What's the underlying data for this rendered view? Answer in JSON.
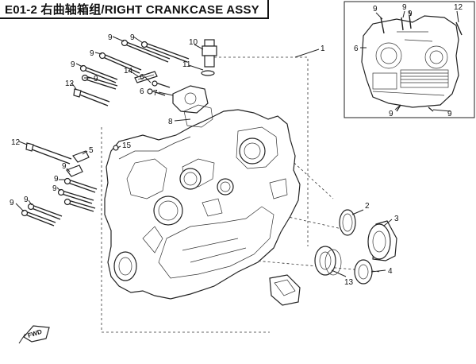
{
  "title": "E01-2 右曲轴箱组/RIGHT CRANKCASE ASSY",
  "fwd_label": "FWD",
  "callouts": {
    "c1": "1",
    "c2": "2",
    "c3": "3",
    "c4": "4",
    "c5": "5",
    "c6": "6",
    "c7": "7",
    "c8": "8",
    "c9": "9",
    "c10": "10",
    "c11": "11",
    "c12": "12",
    "c13": "13",
    "c14": "14",
    "c15": "15"
  }
}
